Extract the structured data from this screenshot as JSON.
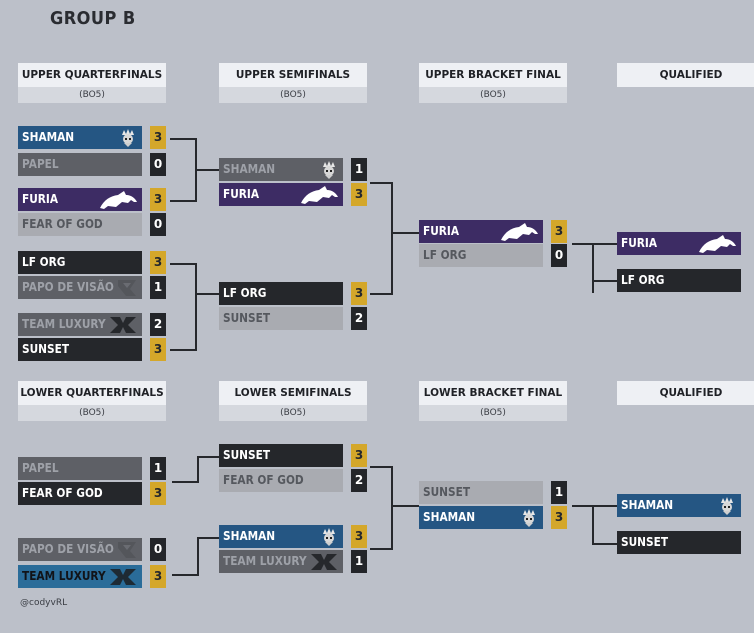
{
  "title": "GROUP B",
  "credit": "@codyvRL",
  "columns": [
    {
      "name": "UPPER QUARTERFINALS",
      "format": "(BO5)"
    },
    {
      "name": "UPPER SEMIFINALS",
      "format": "(BO5)"
    },
    {
      "name": "UPPER BRACKET FINAL",
      "format": "(BO5)"
    },
    {
      "name": "QUALIFIED",
      "format": ""
    },
    {
      "name": "LOWER QUARTERFINALS",
      "format": "(BO5)"
    },
    {
      "name": "LOWER SEMIFINALS",
      "format": "(BO5)"
    },
    {
      "name": "LOWER BRACKET FINAL",
      "format": "(BO5)"
    },
    {
      "name": "QUALIFIED",
      "format": ""
    }
  ],
  "matches": [
    {
      "id": "uqf1",
      "teams": [
        {
          "name": "SHAMAN",
          "score": "3",
          "result": "win",
          "style": "shaman",
          "logo": "shaman-logo-icon"
        },
        {
          "name": "PAPEL",
          "score": "0",
          "result": "lose",
          "style": "lose-a",
          "logo": ""
        }
      ]
    },
    {
      "id": "uqf2",
      "teams": [
        {
          "name": "FURIA",
          "score": "3",
          "result": "win",
          "style": "furia",
          "logo": "furia-panther-icon"
        },
        {
          "name": "FEAR OF GOD",
          "score": "0",
          "result": "lose",
          "style": "lose-b",
          "logo": ""
        }
      ]
    },
    {
      "id": "uqf3",
      "teams": [
        {
          "name": "LF ORG",
          "score": "3",
          "result": "win",
          "style": "dark",
          "logo": ""
        },
        {
          "name": "PAPO DE VISÃO",
          "score": "1",
          "result": "lose",
          "style": "lose-a",
          "logo": "pdv-logo-icon"
        }
      ]
    },
    {
      "id": "uqf4",
      "teams": [
        {
          "name": "TEAM LUXURY",
          "score": "2",
          "result": "lose",
          "style": "lose-a",
          "logo": "team-luxury-logo-icon"
        },
        {
          "name": "SUNSET",
          "score": "3",
          "result": "win",
          "style": "dark",
          "logo": ""
        }
      ]
    },
    {
      "id": "usf1",
      "teams": [
        {
          "name": "SHAMAN",
          "score": "1",
          "result": "lose",
          "style": "lose-a",
          "logo": "shaman-logo-icon"
        },
        {
          "name": "FURIA",
          "score": "3",
          "result": "win",
          "style": "furia",
          "logo": "furia-panther-icon"
        }
      ]
    },
    {
      "id": "usf2",
      "teams": [
        {
          "name": "LF ORG",
          "score": "3",
          "result": "win",
          "style": "dark",
          "logo": ""
        },
        {
          "name": "SUNSET",
          "score": "2",
          "result": "lose",
          "style": "lose-b",
          "logo": ""
        }
      ]
    },
    {
      "id": "ubf",
      "teams": [
        {
          "name": "FURIA",
          "score": "3",
          "result": "win",
          "style": "furia",
          "logo": "furia-panther-icon"
        },
        {
          "name": "LF ORG",
          "score": "0",
          "result": "lose",
          "style": "lose-b",
          "logo": ""
        }
      ]
    },
    {
      "id": "uq",
      "teams": [
        {
          "name": "FURIA",
          "score": "",
          "result": "win",
          "style": "furia",
          "logo": "furia-panther-icon"
        },
        {
          "name": "LF ORG",
          "score": "",
          "result": "win",
          "style": "dark",
          "logo": ""
        }
      ]
    },
    {
      "id": "lqf1",
      "teams": [
        {
          "name": "PAPEL",
          "score": "1",
          "result": "lose",
          "style": "lose-a",
          "logo": ""
        },
        {
          "name": "FEAR OF GOD",
          "score": "3",
          "result": "win",
          "style": "dark",
          "logo": ""
        }
      ]
    },
    {
      "id": "lqf2",
      "teams": [
        {
          "name": "PAPO DE VISÃO",
          "score": "0",
          "result": "lose",
          "style": "lose-a",
          "logo": "pdv-logo-icon"
        },
        {
          "name": "TEAM LUXURY",
          "score": "3",
          "result": "win",
          "style": "tl",
          "logo": "team-luxury-logo-icon"
        }
      ]
    },
    {
      "id": "lsf1",
      "teams": [
        {
          "name": "SUNSET",
          "score": "3",
          "result": "win",
          "style": "dark",
          "logo": ""
        },
        {
          "name": "FEAR OF GOD",
          "score": "2",
          "result": "lose",
          "style": "lose-b",
          "logo": ""
        }
      ]
    },
    {
      "id": "lsf2",
      "teams": [
        {
          "name": "SHAMAN",
          "score": "3",
          "result": "win",
          "style": "shaman",
          "logo": "shaman-logo-icon"
        },
        {
          "name": "TEAM LUXURY",
          "score": "1",
          "result": "lose",
          "style": "lose-a",
          "logo": "team-luxury-logo-icon"
        }
      ]
    },
    {
      "id": "lbf",
      "teams": [
        {
          "name": "SUNSET",
          "score": "1",
          "result": "lose",
          "style": "lose-b",
          "logo": ""
        },
        {
          "name": "SHAMAN",
          "score": "3",
          "result": "win",
          "style": "shaman",
          "logo": "shaman-logo-icon"
        }
      ]
    },
    {
      "id": "lq",
      "teams": [
        {
          "name": "SHAMAN",
          "score": "",
          "result": "win",
          "style": "shaman",
          "logo": "shaman-logo-icon"
        },
        {
          "name": "SUNSET",
          "score": "",
          "result": "win",
          "style": "dark",
          "logo": ""
        }
      ]
    }
  ]
}
